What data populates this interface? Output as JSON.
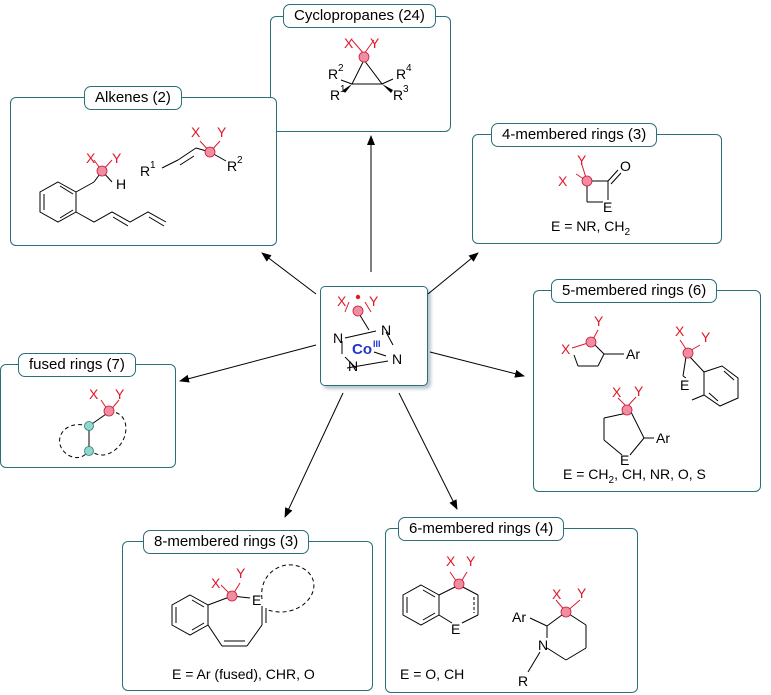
{
  "center": {
    "X": "X",
    "Y": "Y",
    "N": "N",
    "metal": "Co",
    "ox": "III"
  },
  "panels": {
    "cyclopropanes": {
      "title": "Cyclopropanes (24)",
      "R1": "R",
      "R2": "R",
      "R3": "R",
      "R4": "R",
      "s1": "1",
      "s2": "2",
      "s3": "3",
      "s4": "4"
    },
    "alkenes": {
      "title": "Alkenes (2)",
      "R1": "R",
      "R2": "R",
      "s1": "1",
      "s2": "2",
      "H": "H"
    },
    "four": {
      "title": "4-membered rings (3)",
      "O": "O",
      "E": "E",
      "caption": "E = NR, CH",
      "sub": "2"
    },
    "five": {
      "title": "5-membered rings (6)",
      "X": "X",
      "Ar": "Ar",
      "E": "E",
      "caption": "E = CH",
      "sub": "2",
      "caption_rest": ", CH, NR, O, S"
    },
    "fused": {
      "title": "fused rings (7)"
    },
    "eight": {
      "title": "8-membered rings (3)",
      "E": "E",
      "caption": "E = Ar (fused), CHR, O"
    },
    "six": {
      "title": "6-membered rings (4)",
      "E": "E",
      "Ar": "Ar",
      "N": "N",
      "R": "R",
      "caption": "E = O, CH"
    }
  },
  "labels": {
    "X": "X",
    "Y": "Y"
  },
  "colors": {
    "border": "#2a6f7a",
    "accent_red": "#e0192a",
    "node_pink": "#f28ca0",
    "node_teal": "#8fd8cf",
    "cobalt_blue": "#2036c8"
  }
}
